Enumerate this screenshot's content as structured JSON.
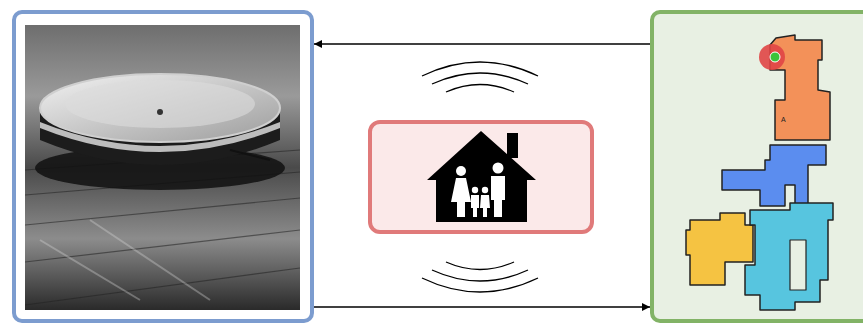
{
  "diagram": {
    "nodes": [
      {
        "text": []
      },
      {
        "text": []
      },
      {
        "text": []
      }
    ],
    "edges": [
      {
        "from": 2,
        "to": 0,
        "arrow": "to"
      },
      {
        "from": 0,
        "to": 2,
        "arrow": "to"
      }
    ],
    "labels": [
      "A"
    ]
  }
}
